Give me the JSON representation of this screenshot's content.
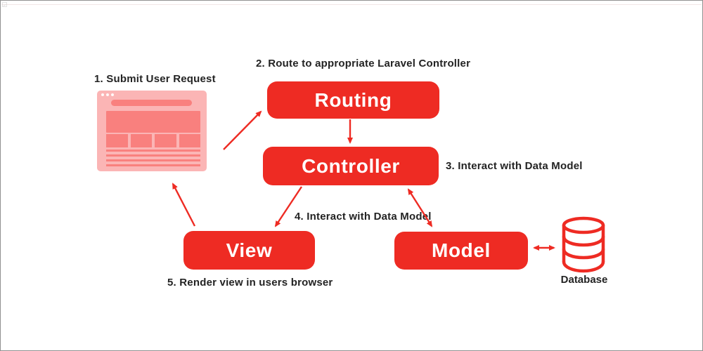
{
  "colors": {
    "accent_red": "#ee2b23",
    "pink_light": "#fbb5b5",
    "pink_mid": "#f9807e",
    "text_dark": "#232323",
    "node_text": "#ffffff"
  },
  "diagram": {
    "steps": [
      {
        "id": "step1",
        "label": "1. Submit User Request"
      },
      {
        "id": "step2",
        "label": "2. Route to appropriate Laravel Controller"
      },
      {
        "id": "step3",
        "label": "3. Interact with Data Model"
      },
      {
        "id": "step4",
        "label": "4. Interact with Data Model"
      },
      {
        "id": "step5",
        "label": "5. Render view in users browser"
      }
    ],
    "nodes": {
      "routing": {
        "label": "Routing"
      },
      "controller": {
        "label": "Controller"
      },
      "view": {
        "label": "View"
      },
      "model": {
        "label": "Model"
      }
    },
    "database_label": "Database",
    "edges": [
      {
        "from": "browser",
        "to": "routing",
        "direction": "one-way"
      },
      {
        "from": "routing",
        "to": "controller",
        "direction": "one-way"
      },
      {
        "from": "controller",
        "to": "view",
        "direction": "one-way"
      },
      {
        "from": "controller",
        "to": "model",
        "direction": "two-way"
      },
      {
        "from": "view",
        "to": "browser",
        "direction": "one-way"
      },
      {
        "from": "model",
        "to": "database",
        "direction": "two-way"
      }
    ]
  }
}
